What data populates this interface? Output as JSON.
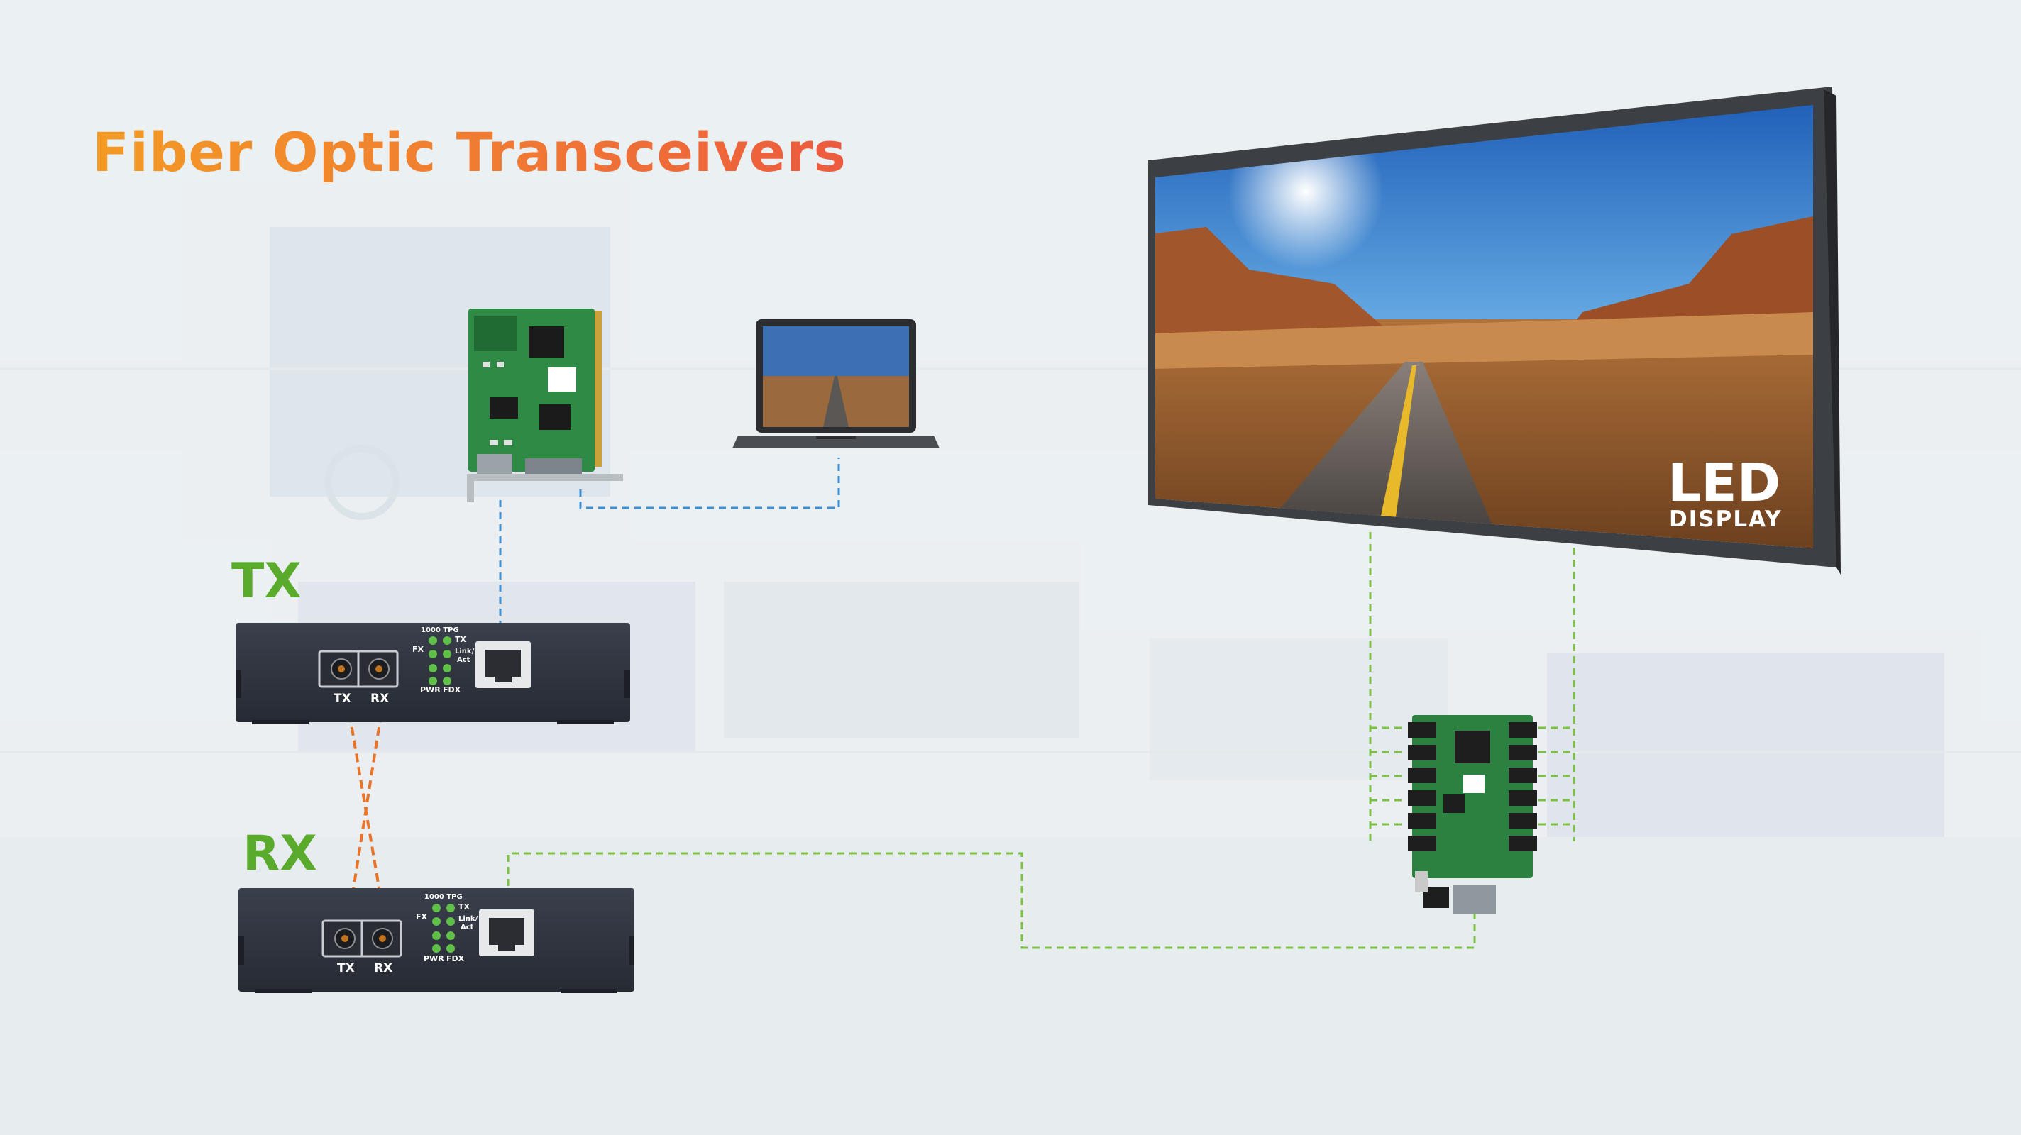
{
  "title": "Fiber Optic Transceivers",
  "labels": {
    "tx_unit": "TX",
    "rx_unit": "RX"
  },
  "transceiver_tx": {
    "port_tx": "TX",
    "port_rx": "RX",
    "speed": "1000 TPG",
    "led_fx": "FX",
    "led_tx": "TX",
    "led_link": "Link/",
    "led_act": "Act",
    "led_pwr": "PWR",
    "led_fdx": "FDX"
  },
  "transceiver_rx": {
    "port_tx": "TX",
    "port_rx": "RX",
    "speed": "1000 TPG",
    "led_fx": "FX",
    "led_tx": "TX",
    "led_link": "Link/",
    "led_act": "Act",
    "led_pwr": "PWR",
    "led_fdx": "FDX"
  },
  "display": {
    "line1": "LED",
    "line2": "DISPLAY"
  },
  "colors": {
    "title_start": "#f39a24",
    "title_end": "#ec5a3e",
    "label_green": "#5aab2c",
    "ethernet_blue": "#3b8fd4",
    "fiber_orange": "#e8742a",
    "cable_green": "#7cc242"
  },
  "icons": [
    "sending-card",
    "laptop",
    "led-display-screen",
    "receiving-card",
    "media-converter"
  ]
}
